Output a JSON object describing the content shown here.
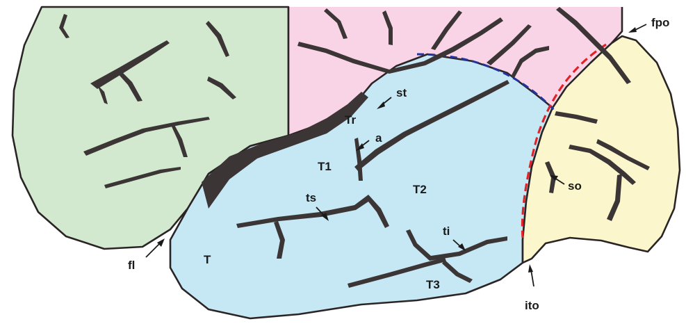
{
  "colors": {
    "frontal": "#d3e9cf",
    "parietal": "#f9d3e6",
    "temporal": "#c6e7f4",
    "occipital": "#fcf6cc",
    "sulcus": "#3b3536",
    "boundary_blue": "#23349c",
    "boundary_red": "#e22229"
  },
  "labels": {
    "st": "st",
    "tr": "Tr",
    "a": "a",
    "t1": "T1",
    "t2": "T2",
    "ts": "ts",
    "t": "T",
    "ti": "ti",
    "t3": "T3",
    "so": "so",
    "fpo": "fpo",
    "fl": "fl",
    "ito": "ito"
  }
}
